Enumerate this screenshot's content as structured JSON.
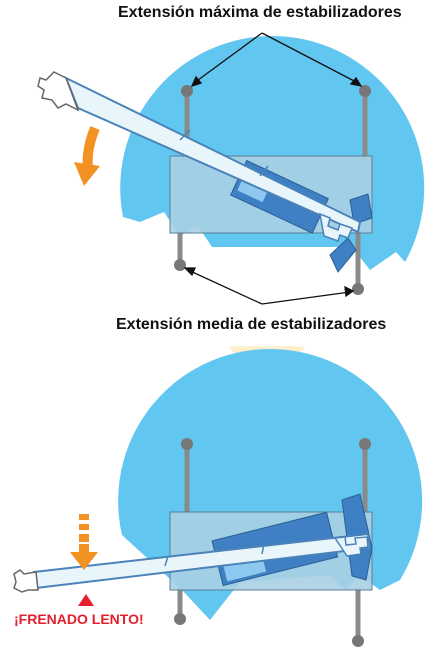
{
  "labels": {
    "max_extension": "Extensión máxima de estabilizadores",
    "mid_extension": "Extensión media de estabilizadores",
    "slow_braking": "¡FRENADO LENTO!"
  },
  "colors": {
    "coverage_circle": "#62c7f0",
    "chassis": "#a9cfe3",
    "cab": "#3f7fc4",
    "boom_fill": "#e8f6fc",
    "boom_outline": "#4b83b8",
    "outrigger": "#888888",
    "rotation_arrow": "#f29222",
    "transition_arrow": "#f7c95a",
    "warning": "#e5202e"
  },
  "icons": {
    "rotation_arrow": "curved-arrow-icon",
    "transition_arrow": "down-arrow-icon",
    "slow_motion_arrow": "dashed-down-arrow-icon",
    "warning_marker": "triangle-icon"
  }
}
